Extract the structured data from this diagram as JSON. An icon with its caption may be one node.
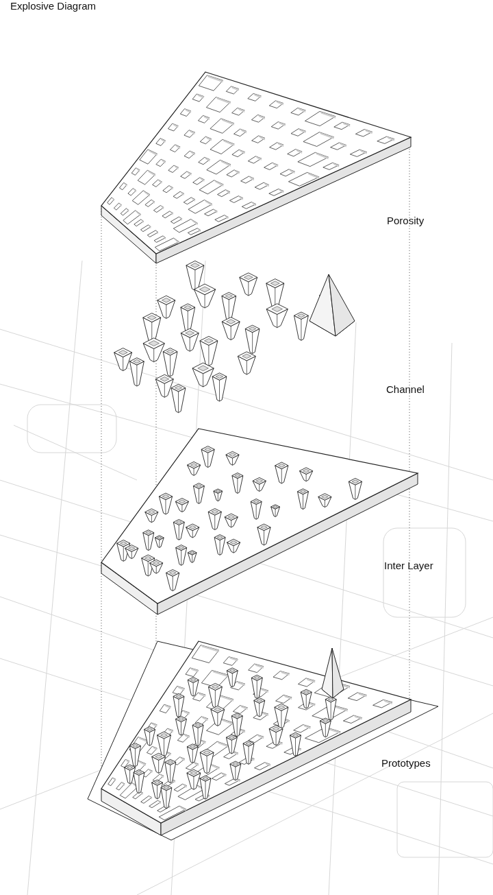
{
  "diagram": {
    "title": "Explosive Diagram",
    "labels": [
      "Porosity",
      "Channel",
      "Inter Layer",
      "Prototypes"
    ]
  }
}
